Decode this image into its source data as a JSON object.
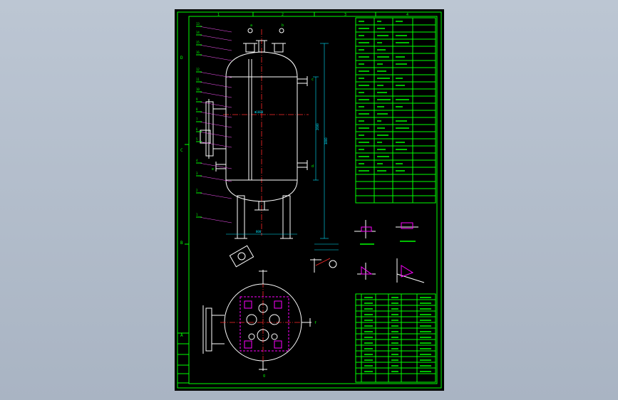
{
  "viewer": {
    "background_top": "#bcc6d3",
    "background_bottom": "#a9b4c3",
    "sheet_color": "#000000"
  },
  "colors": {
    "border": "#00ff00",
    "outline": "#ffffff",
    "centerline": "#ff2a2a",
    "dimension": "#00e5ff",
    "leader": "#ff55ff",
    "text": "#00ff00",
    "hatch": "#ff00ff"
  },
  "drawing": {
    "frame_letters": [
      "D",
      "C",
      "B",
      "A"
    ],
    "frame_numbers": [
      "1",
      "2",
      "3",
      "4"
    ],
    "balloons": [
      "13",
      "14",
      "15",
      "16",
      "12",
      "11",
      "10",
      "9",
      "8",
      "7",
      "6",
      "5",
      "4",
      "3",
      "2",
      "1"
    ],
    "nozzle_tags": [
      "a",
      "b",
      "c",
      "d",
      "e",
      "f",
      "g"
    ],
    "dimensions": {
      "vessel_height": "3800",
      "shell_diameter": "Φ1600",
      "straight_length": "2600",
      "center_span": "800"
    }
  },
  "title_block": {
    "row_count": 6
  },
  "nozzle_table": {
    "row_count": 14
  }
}
